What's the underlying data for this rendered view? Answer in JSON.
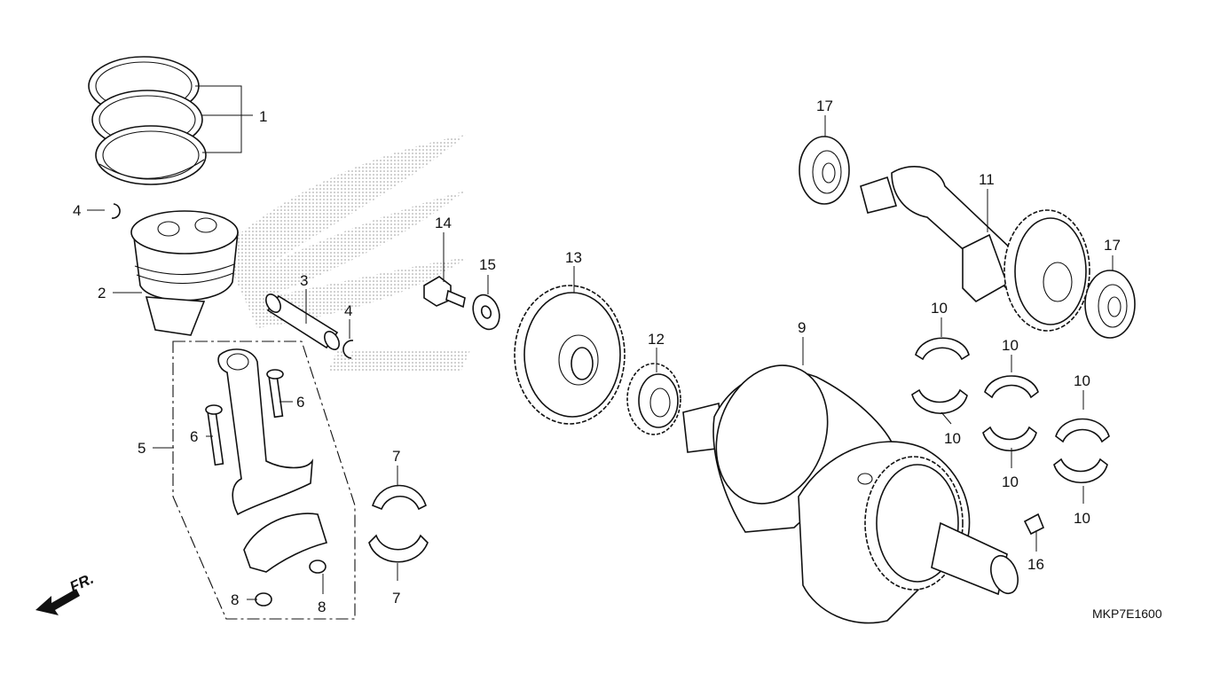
{
  "labels": {
    "p1": "1",
    "p2": "2",
    "p3": "3",
    "p4a": "4",
    "p4b": "4",
    "p5": "5",
    "p6a": "6",
    "p6b": "6",
    "p7a": "7",
    "p7b": "7",
    "p8a": "8",
    "p8b": "8",
    "p9": "9",
    "p10a": "10",
    "p10b": "10",
    "p10c": "10",
    "p10d": "10",
    "p10e": "10",
    "p10f": "10",
    "p11": "11",
    "p12": "12",
    "p13": "13",
    "p14": "14",
    "p15": "15",
    "p16": "16",
    "p17a": "17",
    "p17b": "17"
  },
  "direction_label": "FR.",
  "diagram_code": "MKP7E1600",
  "icons": {
    "direction": "forward-arrow-icon",
    "brand": "wing-watermark"
  }
}
